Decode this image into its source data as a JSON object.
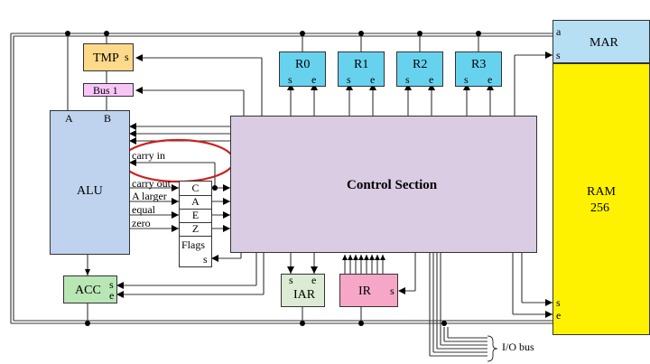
{
  "registers": {
    "tmp": {
      "label": "TMP",
      "s": "s"
    },
    "bus1": {
      "label": "Bus 1"
    },
    "r0": {
      "label": "R0",
      "s": "s",
      "e": "e"
    },
    "r1": {
      "label": "R1",
      "s": "s",
      "e": "e"
    },
    "r2": {
      "label": "R2",
      "s": "s",
      "e": "e"
    },
    "r3": {
      "label": "R3",
      "s": "s",
      "e": "e"
    },
    "acc": {
      "label": "ACC",
      "s": "s",
      "e": "e"
    },
    "iar": {
      "label": "IAR",
      "s": "s",
      "e": "e"
    },
    "ir": {
      "label": "IR",
      "s": "s"
    },
    "mar": {
      "label": "MAR",
      "a": "a",
      "s": "s"
    }
  },
  "alu": {
    "label": "ALU",
    "input_a": "A",
    "input_b": "B",
    "carry_in": "carry in",
    "outputs": [
      "carry out",
      "A larger",
      "equal",
      "zero"
    ]
  },
  "flags": {
    "label": "Flags",
    "bits": [
      "C",
      "A",
      "E",
      "Z"
    ],
    "s": "s"
  },
  "control": {
    "label": "Control Section"
  },
  "ram": {
    "label": "RAM",
    "size": "256",
    "s": "s",
    "e": "e"
  },
  "io": {
    "label": "I/O bus"
  },
  "colors": {
    "tmp": "#fdd98a",
    "bus1": "#f7c6f7",
    "register": "#67d2ee",
    "alu": "#bfd3ee",
    "acc": "#b8e6b5",
    "control": "#d9cce3",
    "iar": "#dcebd3",
    "ir": "#f6a6c6",
    "mar": "#b6dff3",
    "ram": "#fff200",
    "highlight": "#cc1f1f"
  }
}
